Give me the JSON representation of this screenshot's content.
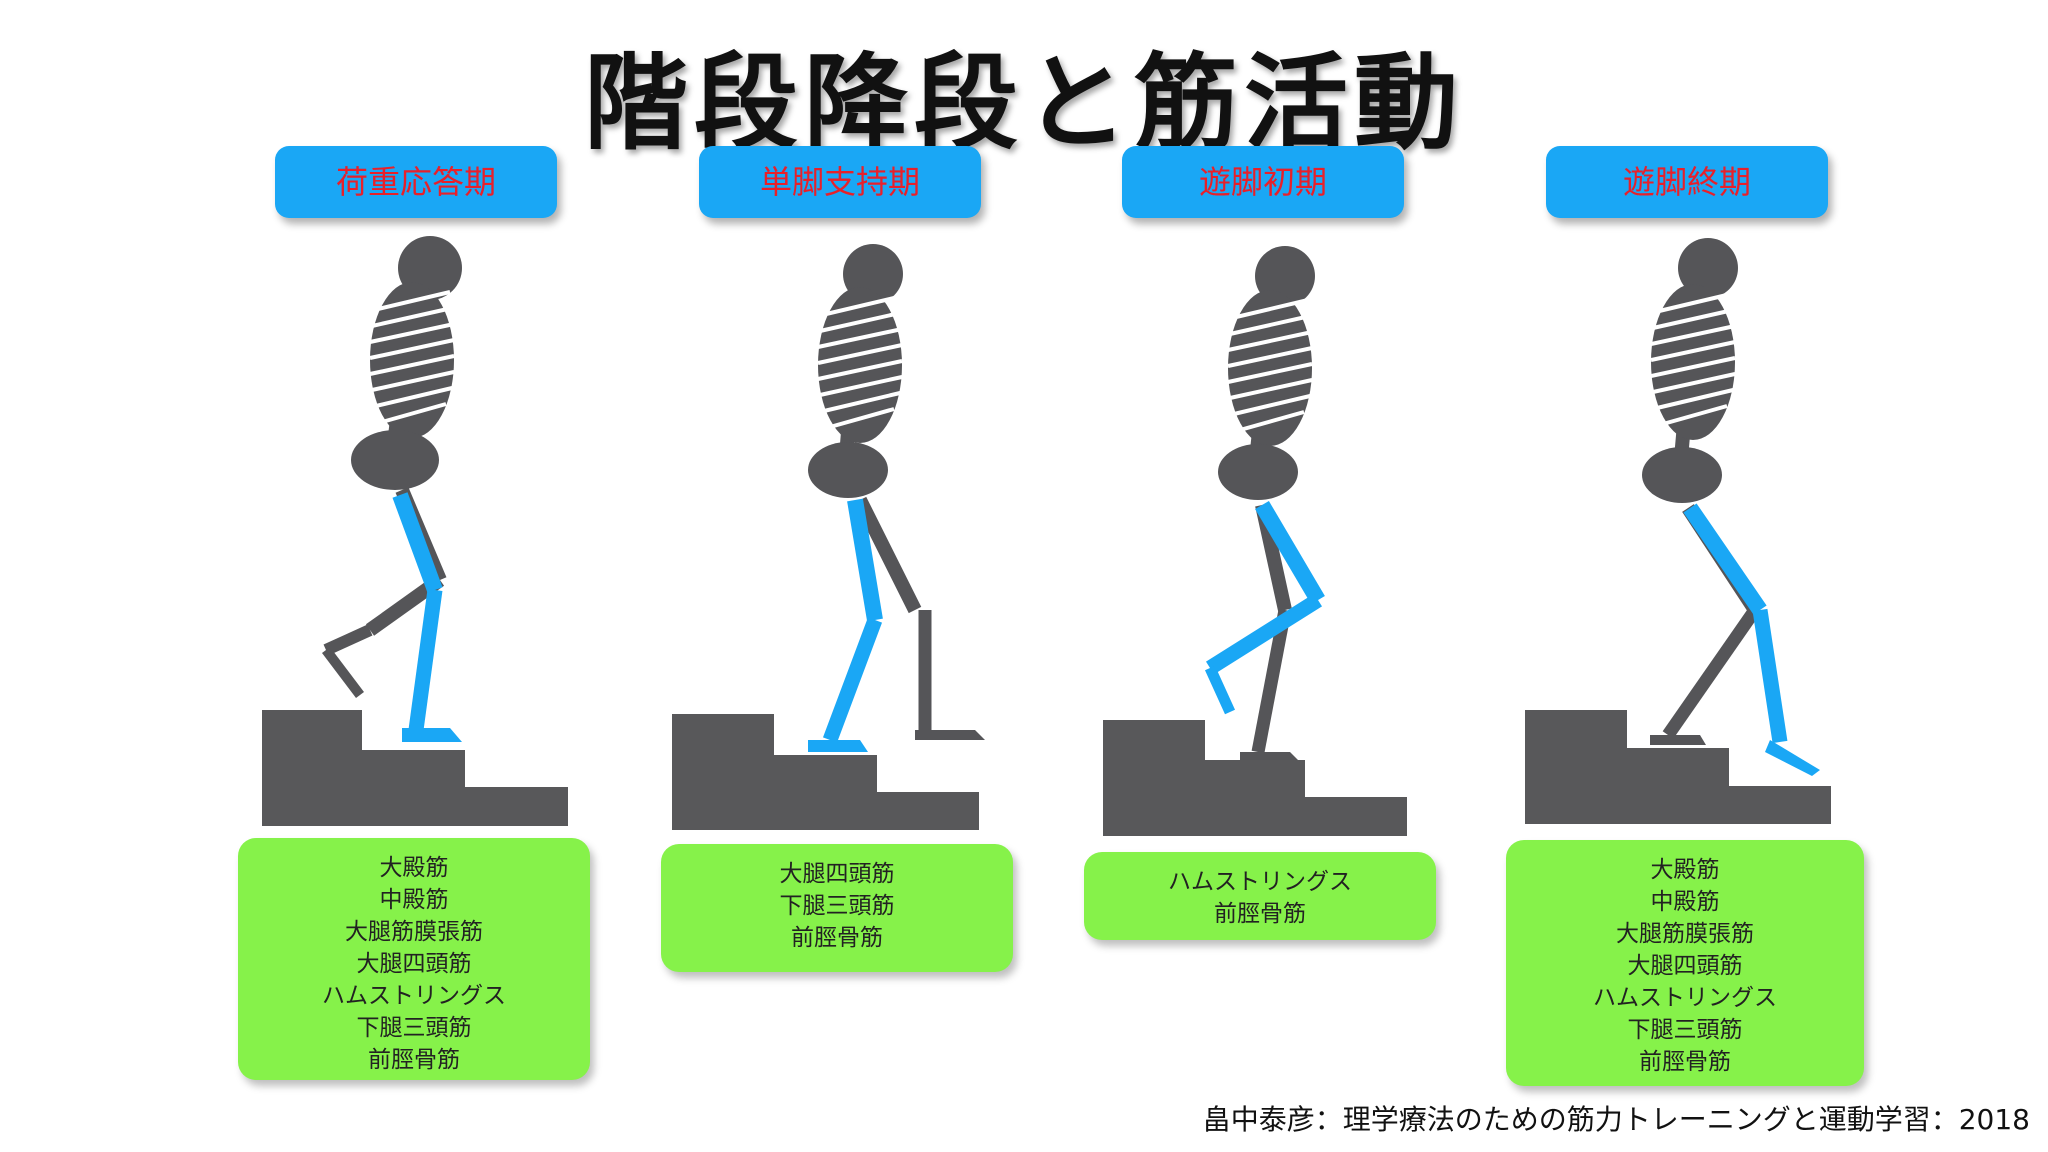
{
  "title": "階段降段と筋活動",
  "colors": {
    "tab_bg": "#1aa7f5",
    "tab_text": "#e8202a",
    "muscle_box_bg": "#86f24a",
    "active_bone": "#1aa7f5",
    "bone": "#555558",
    "stair": "#58585a"
  },
  "phases": [
    {
      "label": "荷重応答期",
      "muscles": [
        "大殿筋",
        "中殿筋",
        "大腿筋膜張筋",
        "大腿四頭筋",
        "ハムストリングス",
        "下腿三頭筋",
        "前脛骨筋"
      ]
    },
    {
      "label": "単脚支持期",
      "muscles": [
        "大腿四頭筋",
        "下腿三頭筋",
        "前脛骨筋"
      ]
    },
    {
      "label": "遊脚初期",
      "muscles": [
        "ハムストリングス",
        "前脛骨筋"
      ]
    },
    {
      "label": "遊脚終期",
      "muscles": [
        "大殿筋",
        "中殿筋",
        "大腿筋膜張筋",
        "大腿四頭筋",
        "ハムストリングス",
        "下腿三頭筋",
        "前脛骨筋"
      ]
    }
  ],
  "credit": "畠中泰彦：理学療法のための筋力トレーニングと運動学習：2018"
}
